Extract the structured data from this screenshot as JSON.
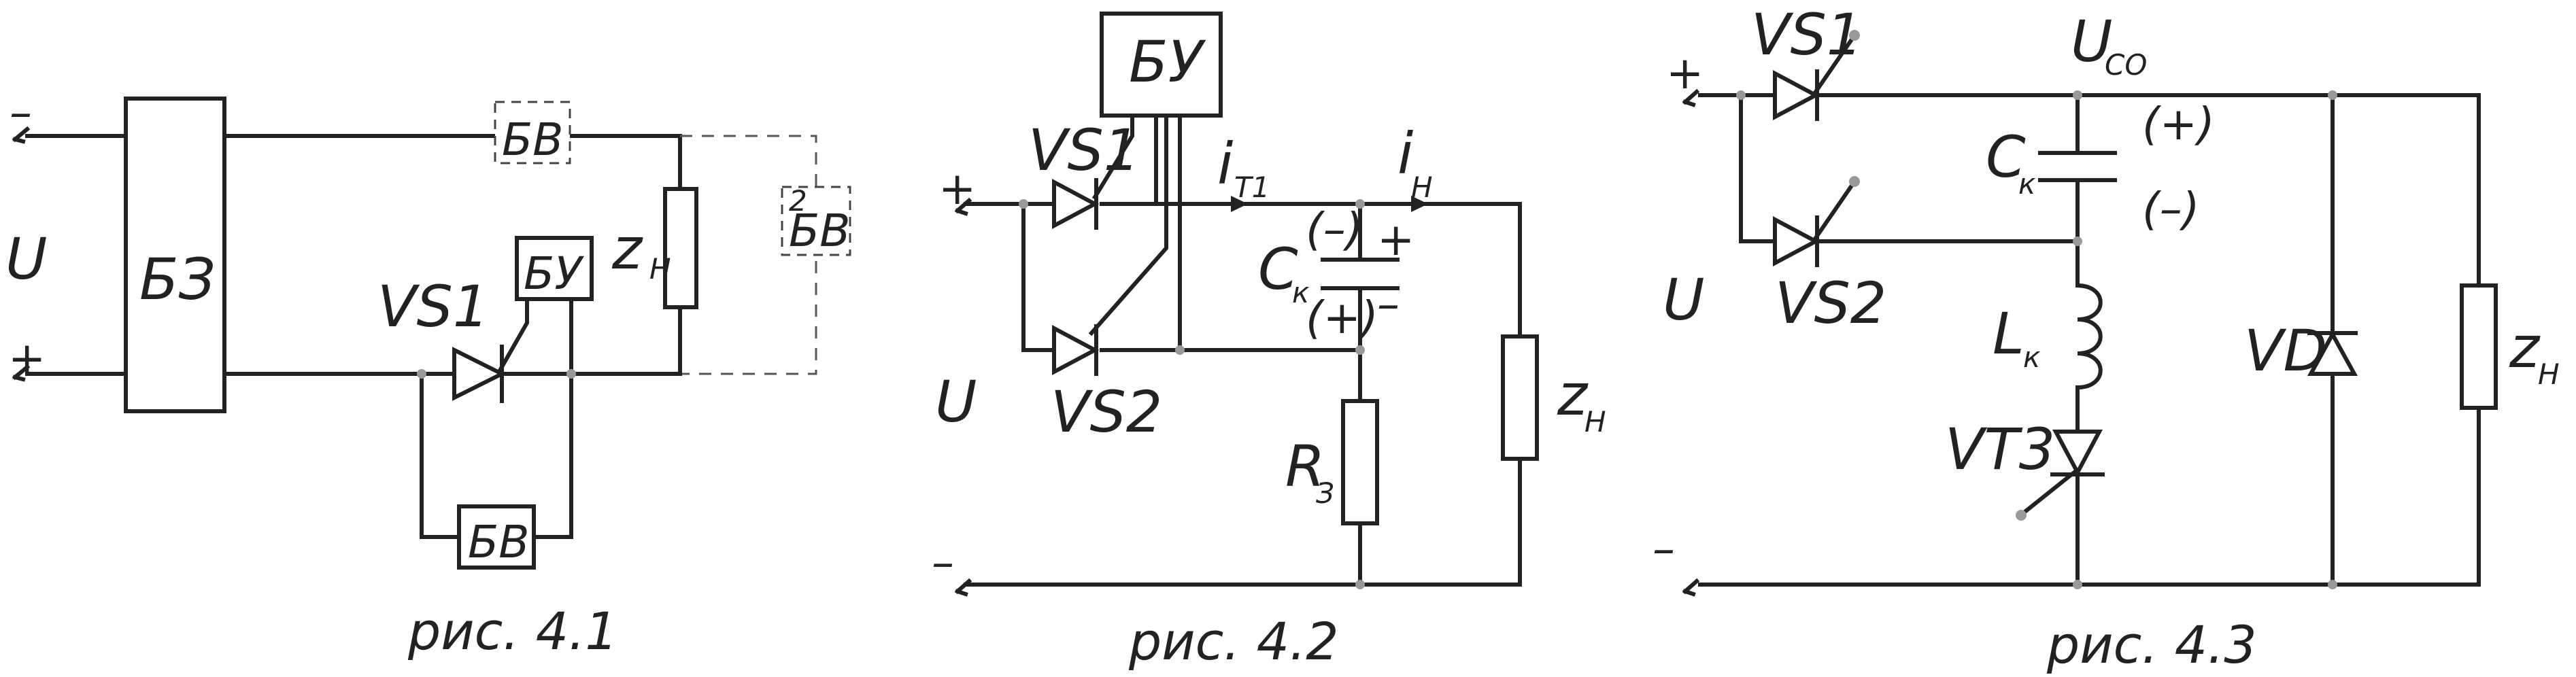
{
  "figures": [
    {
      "caption": "рис. 4.1",
      "labels": {
        "minus": "–",
        "plus": "+",
        "voltage": "U",
        "block_bz": "БЗ",
        "block_bv_top": "БВ",
        "block_bv_right_num": "2",
        "block_bv_right": "БВ",
        "block_bu": "БУ",
        "block_bv_bottom": "БВ",
        "thyristor": "VS1",
        "load_z": "z",
        "load_sub": "Н"
      }
    },
    {
      "caption": "рис. 4.2",
      "labels": {
        "block_bu": "БУ",
        "thyristor_1": "VS1",
        "thyristor_2": "VS2",
        "plus": "+",
        "minus": "–",
        "voltage": "U",
        "current_t1": "i",
        "current_t1_sub": "Т1",
        "current_h": "i",
        "current_h_sub": "Н",
        "cap_polarity_neg": "(–)",
        "cap_polarity_pos": "(+)",
        "cap_plus": "+",
        "cap_minus": "–",
        "cap_c": "C",
        "cap_sub": "к",
        "resistor_r": "R",
        "resistor_sub": "З",
        "load_z": "z",
        "load_sub": "Н"
      }
    },
    {
      "caption": "рис. 4.3",
      "labels": {
        "thyristor_1": "VS1",
        "thyristor_2": "VS2",
        "thyristor_3": "VT3",
        "diode": "VD",
        "plus": "+",
        "minus": "–",
        "voltage": "U",
        "u_co": "U",
        "u_co_sub": "СО",
        "cap_c": "C",
        "cap_sub": "к",
        "cap_pos": "(+)",
        "cap_neg": "(–)",
        "inductor_l": "L",
        "inductor_sub": "к",
        "load_z": "z",
        "load_sub": "Н"
      }
    }
  ]
}
